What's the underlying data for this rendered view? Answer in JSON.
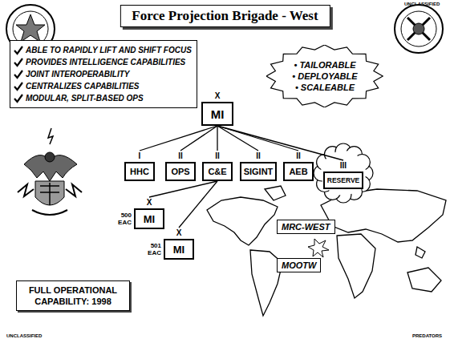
{
  "diagram": {
    "title": "Force Projection Brigade - West",
    "nodes": [
      {
        "text": [
          "ABLE TO RAPIDLY LIFT AND SHIFT FOCUS",
          "PROVIDES INTELLIGENCE CAPABILITIES",
          "JOINT INTEROPERABILITY",
          "CENTRALIZES CAPABILITIES",
          "MODULAR, SPLIT-BASED OPS"
        ]
      },
      {
        "text": [
          "• TAILORABLE",
          "• DEPLOYABLE",
          "• SCALEABLE"
        ]
      },
      {
        "text": [
          "X",
          "MI"
        ]
      },
      {
        "text": [
          "I",
          "HHC"
        ]
      },
      {
        "text": [
          "II",
          "OPS"
        ]
      },
      {
        "text": [
          "II",
          "C&E"
        ]
      },
      {
        "text": [
          "II",
          "SIGINT"
        ]
      },
      {
        "text": [
          "II",
          "AEB"
        ]
      },
      {
        "text": [
          "III",
          "RESERVE"
        ]
      },
      {
        "text": [
          "X",
          "500 EAC",
          "MI"
        ]
      },
      {
        "text": [
          "X",
          "501 EAC",
          "MI"
        ]
      },
      {
        "text": [
          "MRC-WEST"
        ]
      },
      {
        "text": [
          "MOOTW"
        ]
      },
      {
        "text": [
          "FULL OPERATIONAL CAPABILITY: 1998"
        ]
      }
    ],
    "edges": [
      {
        "from": 2,
        "to": 3,
        "arrow": "none"
      },
      {
        "from": 2,
        "to": 4,
        "arrow": "none"
      },
      {
        "from": 2,
        "to": 5,
        "arrow": "none"
      },
      {
        "from": 2,
        "to": 6,
        "arrow": "none"
      },
      {
        "from": 2,
        "to": 7,
        "arrow": "none"
      },
      {
        "from": 2,
        "to": 8,
        "arrow": "none"
      },
      {
        "from": 5,
        "to": 9,
        "arrow": "none"
      },
      {
        "from": 5,
        "to": 10,
        "arrow": "none"
      }
    ],
    "labels": [
      "UNCLASSIFIED",
      "UNCLASSIFIED",
      "PREDATORS"
    ]
  }
}
